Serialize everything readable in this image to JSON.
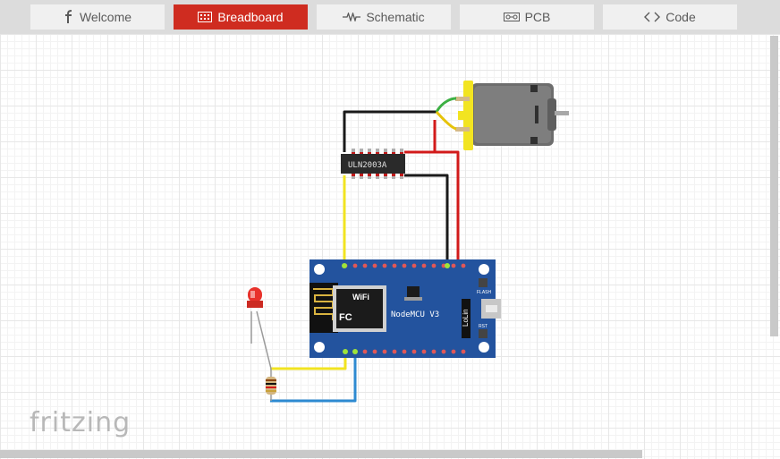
{
  "tabs": [
    {
      "label": "Welcome",
      "icon": "fritzing-f-icon",
      "active": false
    },
    {
      "label": "Breadboard",
      "icon": "breadboard-icon",
      "active": true
    },
    {
      "label": "Schematic",
      "icon": "schematic-icon",
      "active": false
    },
    {
      "label": "PCB",
      "icon": "pcb-icon",
      "active": false
    },
    {
      "label": "Code",
      "icon": "code-icon",
      "active": false
    }
  ],
  "colors": {
    "accent": "#cf2c20",
    "board": "#23539e",
    "wire_yellow": "#f2e421",
    "wire_red": "#d21a1a",
    "wire_black": "#1a1a1a",
    "wire_blue": "#2d8ad1"
  },
  "parts": {
    "ic_label": "ULN2003A",
    "mcu_label": "NodeMCU V3",
    "lolin": "LoLin",
    "wifi": "WiFi",
    "flash": "FLASH",
    "rst": "RST"
  },
  "logo": "fritzing"
}
